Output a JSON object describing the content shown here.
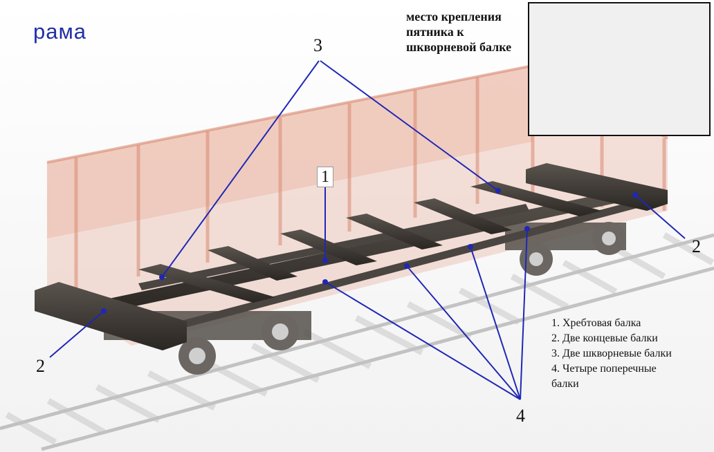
{
  "title": "рама",
  "inset": {
    "label_lines": [
      "место крепления",
      "пятника к",
      "шкворневой балке"
    ]
  },
  "callouts": {
    "one": "1",
    "two_left": "2",
    "two_right": "2",
    "three": "3",
    "four": "4"
  },
  "legend": [
    "1. Хребтовая балка",
    "2. Две концевые балки",
    "3. Две шкворневые балки",
    "4. Четыре поперечные",
    "балки"
  ],
  "colors": {
    "title": "#1f2fa4",
    "leader_lines": "#1f27b5",
    "frame": "#3a3530",
    "car_body": "#e9b7a8"
  }
}
